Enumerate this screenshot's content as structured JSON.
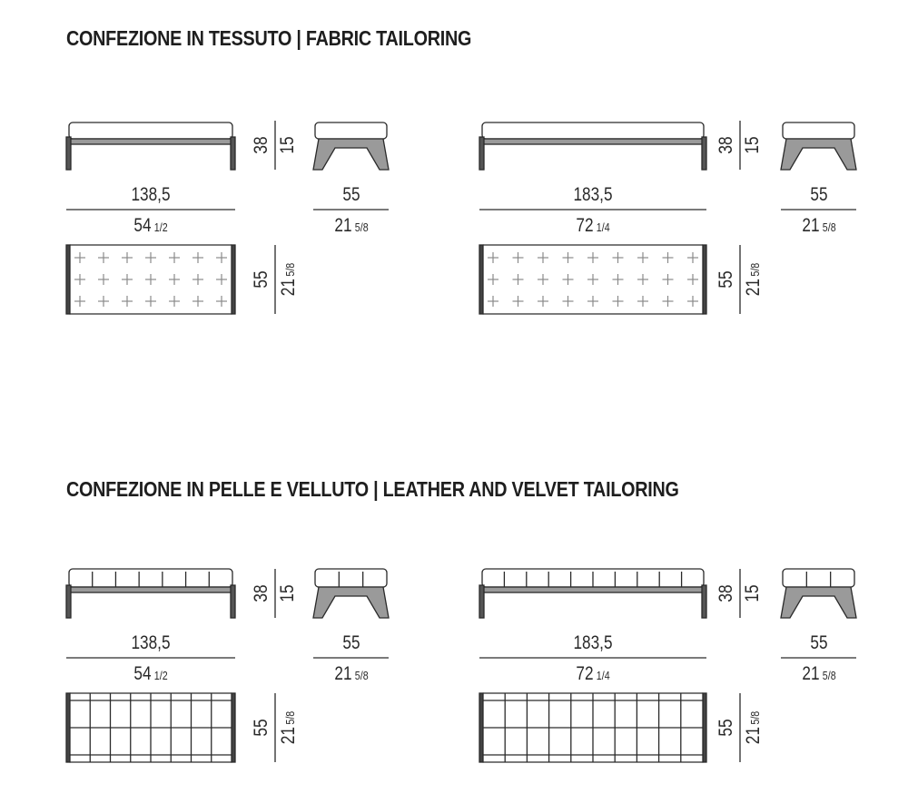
{
  "sections": [
    {
      "title": "CONFEZIONE IN TESSUTO  |  FABRIC TAILORING",
      "style": "fabric",
      "blocks": [
        {
          "width_cm": "138,5",
          "width_in": "54",
          "width_in_frac": "1/2",
          "height": "38",
          "seat": "15",
          "depth_cm": "55",
          "depth_in": "21",
          "depth_in_frac": "5/8"
        },
        {
          "width_cm": "183,5",
          "width_in": "72",
          "width_in_frac": "1/4",
          "height": "38",
          "seat": "15",
          "depth_cm": "55",
          "depth_in": "21",
          "depth_in_frac": "5/8"
        }
      ]
    },
    {
      "title": "CONFEZIONE IN PELLE E VELLUTO  |  LEATHER AND VELVET TAILORING",
      "style": "leather",
      "blocks": [
        {
          "width_cm": "138,5",
          "width_in": "54",
          "width_in_frac": "1/2",
          "height": "38",
          "seat": "15",
          "depth_cm": "55",
          "depth_in": "21",
          "depth_in_frac": "5/8"
        },
        {
          "width_cm": "183,5",
          "width_in": "72",
          "width_in_frac": "1/4",
          "height": "38",
          "seat": "15",
          "depth_cm": "55",
          "depth_in": "21",
          "depth_in_frac": "5/8"
        }
      ]
    }
  ],
  "colors": {
    "line": "#2a2a2a",
    "leg_fill": "#9a9a9a",
    "tuft": "#8a8a8a"
  }
}
